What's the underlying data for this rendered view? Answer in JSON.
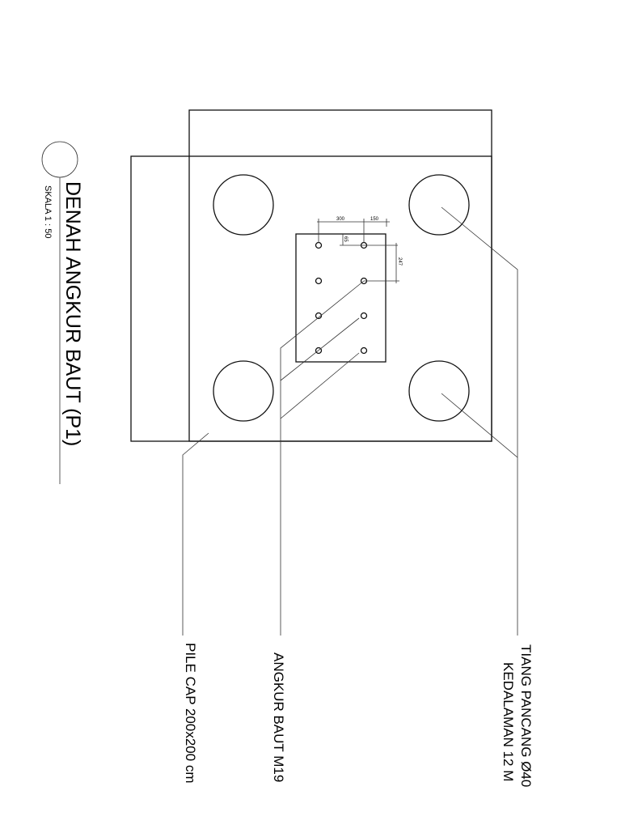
{
  "title": "DENAH ANGKUR BAUT (P1)",
  "scale": "SKALA 1 : 50",
  "labels": {
    "pile_cap": "PILE CAP 200x200 cm",
    "anchor_bolt": "ANGKUR BAUT M19",
    "pile_line1": "TIANG PANCANG Ø40",
    "pile_line2": "KEDALAMAN 12 M"
  },
  "dimensions": {
    "d1": "300",
    "d2": "150",
    "d3": "65",
    "d4": "247"
  }
}
